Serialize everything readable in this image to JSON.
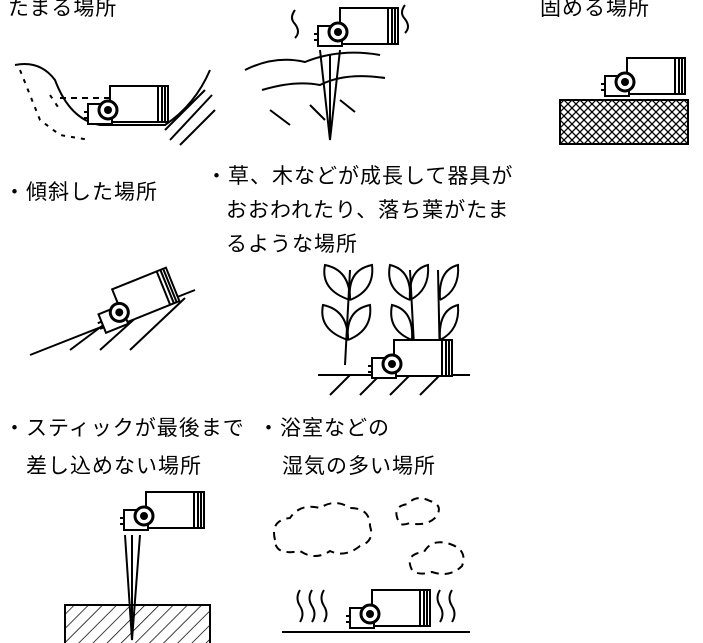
{
  "captions": {
    "puddle": [
      "たまる場所"
    ],
    "hard_ground": [
      "固める場所"
    ],
    "slope": [
      "・傾斜した場所"
    ],
    "plants": [
      "・草、木などが成長して器具が",
      "おおわれたり、落ち葉がたま",
      "るような場所"
    ],
    "stick": [
      "・スティックが最後まで",
      "差し込めない場所"
    ],
    "bathroom": [
      "・浴室などの",
      "湿気の多い場所"
    ]
  },
  "icons": [
    "light-fixture-icon",
    "ground-hatch-icon",
    "water-icon",
    "steam-icon",
    "cloud-icon",
    "plant-icon",
    "stake-icon"
  ]
}
